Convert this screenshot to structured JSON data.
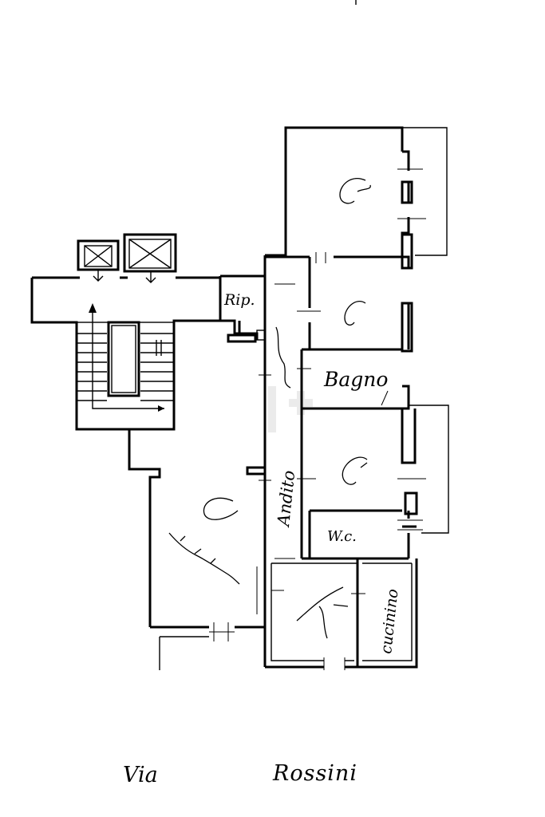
{
  "labels": {
    "rip": "Rip.",
    "bagno": "Bagno",
    "andito": "Andito",
    "wc": "W.c.",
    "cucinino": "cucinino",
    "street_via": "Via",
    "street_name": "Rossini"
  },
  "icons": [
    "room-scribble-icon",
    "elevator-icon",
    "stair-arrow-icon",
    "compass-watermark-icon"
  ],
  "colors": {
    "ink": "#000000",
    "paper": "#ffffff",
    "watermark": "#d9d9d9"
  }
}
